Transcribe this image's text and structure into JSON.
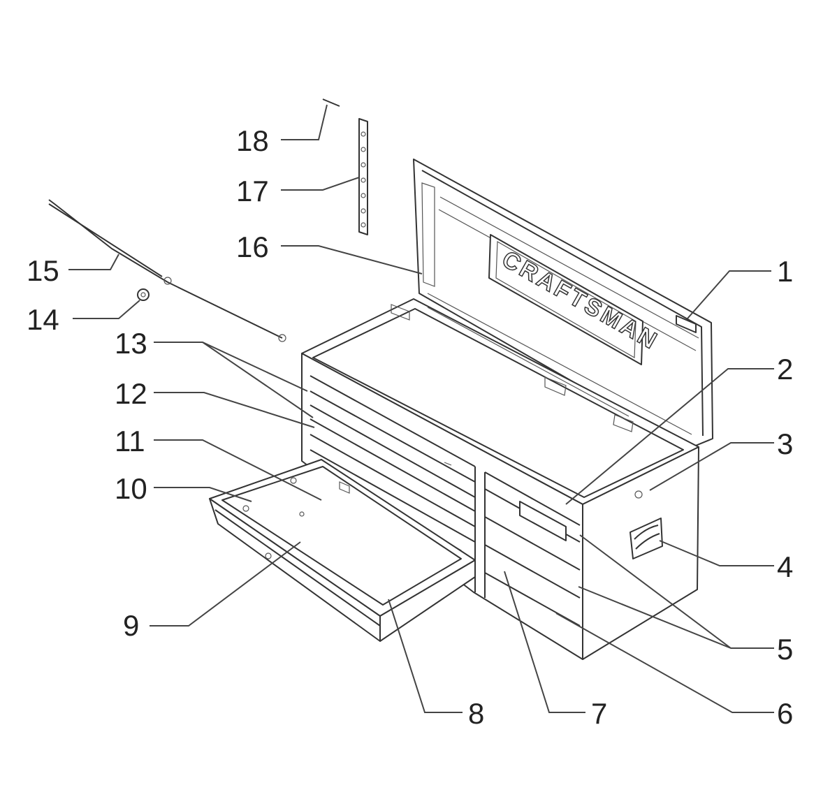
{
  "brand": {
    "logo_text": "CRAFTSMAN"
  },
  "callouts": [
    {
      "id": "1",
      "label": "1"
    },
    {
      "id": "2",
      "label": "2"
    },
    {
      "id": "3",
      "label": "3"
    },
    {
      "id": "4",
      "label": "4"
    },
    {
      "id": "5",
      "label": "5"
    },
    {
      "id": "6",
      "label": "6"
    },
    {
      "id": "7",
      "label": "7"
    },
    {
      "id": "8",
      "label": "8"
    },
    {
      "id": "9",
      "label": "9"
    },
    {
      "id": "10",
      "label": "10"
    },
    {
      "id": "11",
      "label": "11"
    },
    {
      "id": "12",
      "label": "12"
    },
    {
      "id": "13",
      "label": "13"
    },
    {
      "id": "14",
      "label": "14"
    },
    {
      "id": "15",
      "label": "15"
    },
    {
      "id": "16",
      "label": "16"
    },
    {
      "id": "17",
      "label": "17"
    },
    {
      "id": "18",
      "label": "18"
    }
  ]
}
